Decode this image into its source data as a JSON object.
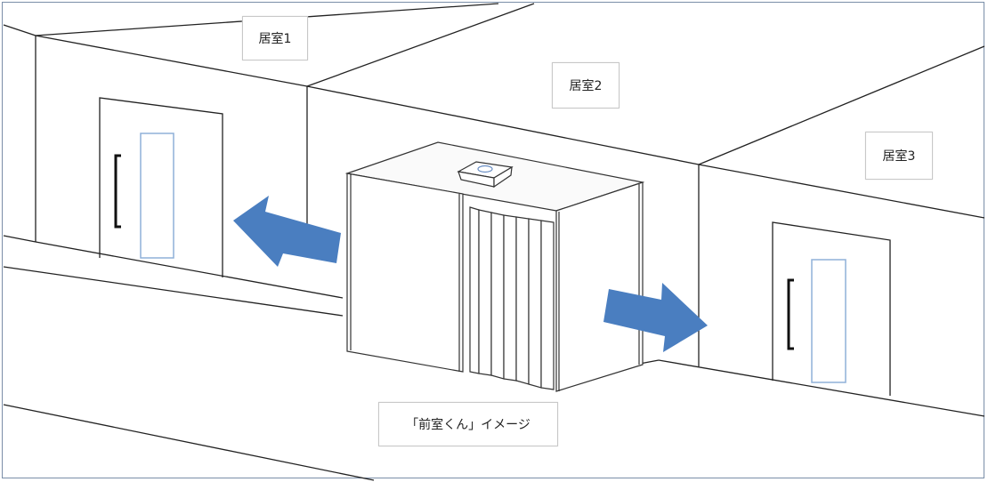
{
  "labels": {
    "room1": "居室1",
    "room2": "居室2",
    "room3": "居室3",
    "caption": "「前室くん」イメージ"
  },
  "colors": {
    "arrow": "#4a7ec0",
    "door_glass": "#8fb0d8",
    "line": "#222222"
  }
}
